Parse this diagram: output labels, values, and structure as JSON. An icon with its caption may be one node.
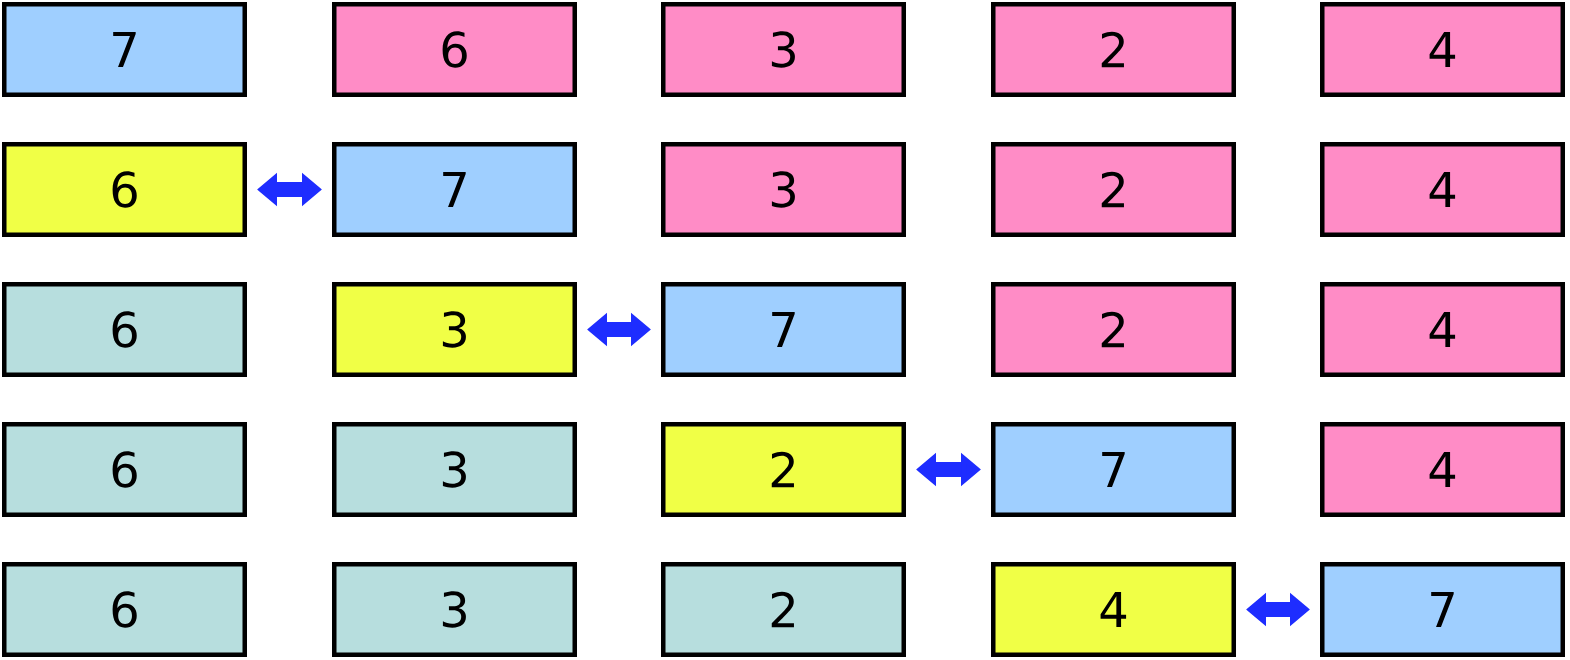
{
  "diagram": {
    "nodes": [
      {
        "text": [
          "7"
        ]
      },
      {
        "text": [
          "6"
        ]
      },
      {
        "text": [
          "3"
        ]
      },
      {
        "text": [
          "2"
        ]
      },
      {
        "text": [
          "4"
        ]
      },
      {
        "text": [
          "6"
        ]
      },
      {
        "text": [
          "7"
        ]
      },
      {
        "text": [
          "3"
        ]
      },
      {
        "text": [
          "2"
        ]
      },
      {
        "text": [
          "4"
        ]
      },
      {
        "text": [
          "6"
        ]
      },
      {
        "text": [
          "3"
        ]
      },
      {
        "text": [
          "7"
        ]
      },
      {
        "text": [
          "2"
        ]
      },
      {
        "text": [
          "4"
        ]
      },
      {
        "text": [
          "6"
        ]
      },
      {
        "text": [
          "3"
        ]
      },
      {
        "text": [
          "2"
        ]
      },
      {
        "text": [
          "7"
        ]
      },
      {
        "text": [
          "4"
        ]
      },
      {
        "text": [
          "6"
        ]
      },
      {
        "text": [
          "3"
        ]
      },
      {
        "text": [
          "2"
        ]
      },
      {
        "text": [
          "4"
        ]
      },
      {
        "text": [
          "7"
        ]
      }
    ],
    "edges": [
      {
        "from": 5,
        "to": 6,
        "arrow": "both"
      },
      {
        "from": 11,
        "to": 12,
        "arrow": "both"
      },
      {
        "from": 17,
        "to": 18,
        "arrow": "both"
      },
      {
        "from": 23,
        "to": 24,
        "arrow": "both"
      }
    ]
  }
}
